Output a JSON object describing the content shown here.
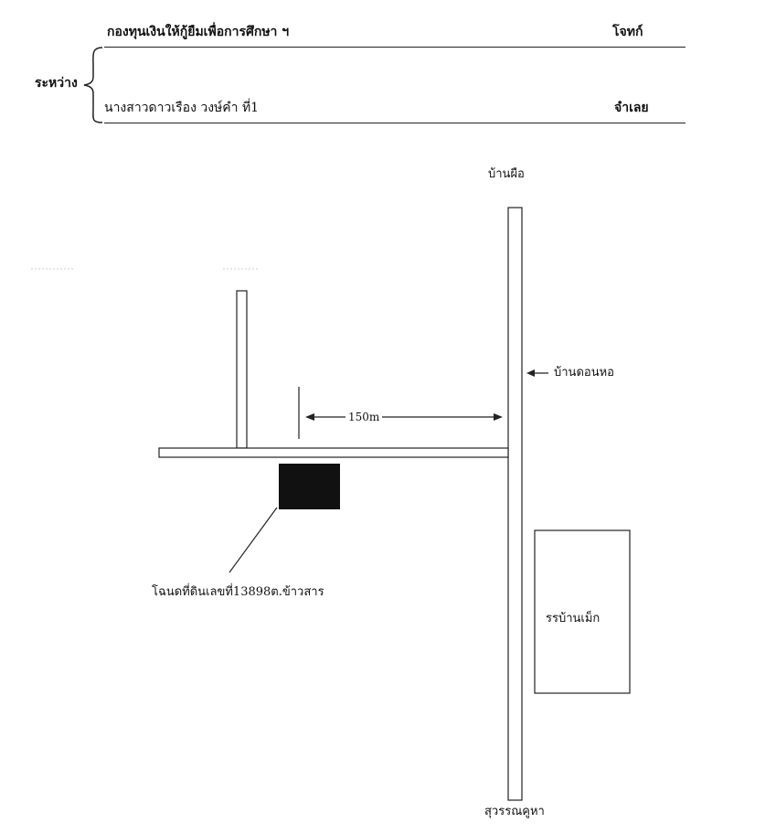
{
  "header": {
    "plaintiff_name": "กองทุนเงินให้กู้ยืมเพื่อการศึกษา ฯ",
    "plaintiff_role": "โจทก์",
    "between_label": "ระหว่าง",
    "defendant_name": "นางสาวดาวเรือง วงษ์คำ ที่1",
    "defendant_role": "จำเลย"
  },
  "map": {
    "north_label": "บ้านผือ",
    "village_label": "บ้านดอนหอ",
    "distance_label": "150m",
    "deed_label": "โฉนดที่ดินเลขที่13898ต.ข้าวสาร",
    "school_label": "รรบ้านเม็ก",
    "south_label": "สุวรรณคูหา"
  },
  "colors": {
    "line": "#222222",
    "plot_fill": "#111111"
  }
}
